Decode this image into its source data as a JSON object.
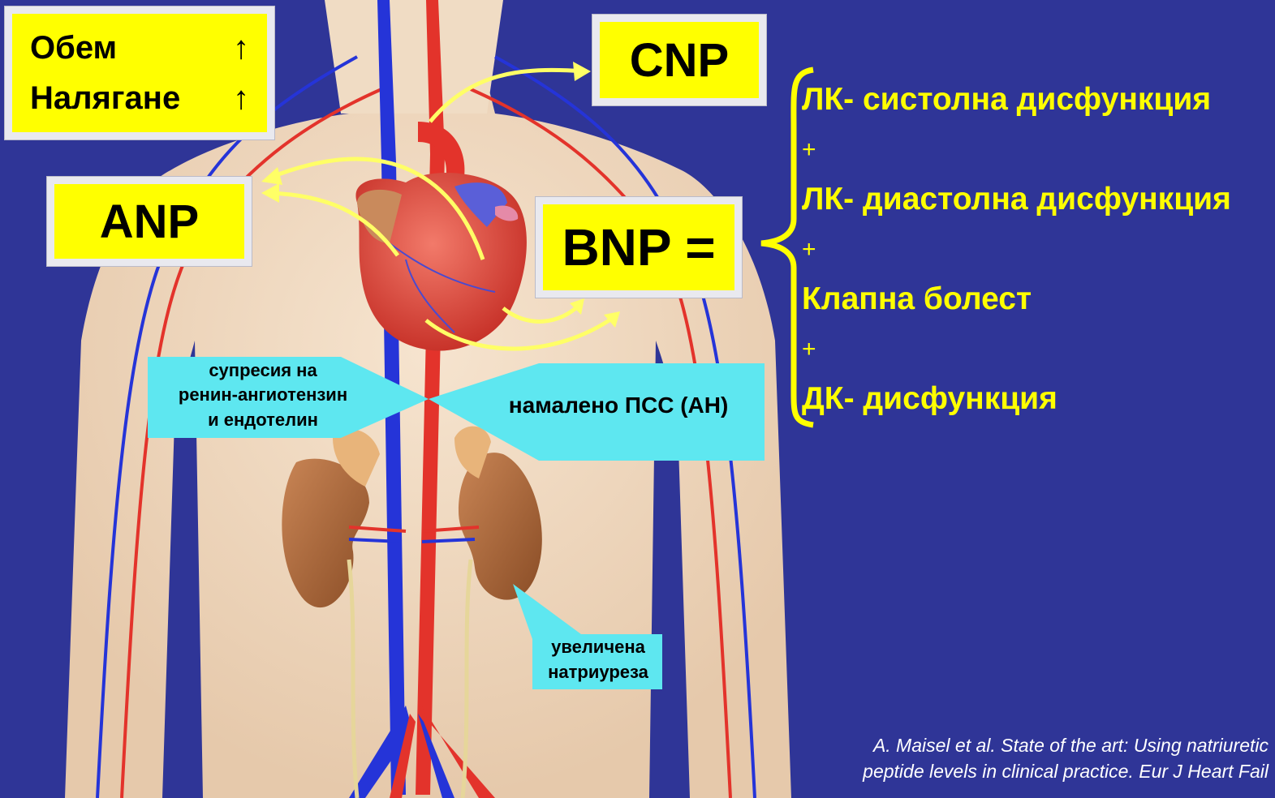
{
  "boxes": {
    "volume_line1": "Обем",
    "volume_line2": "Налягане",
    "up_arrow": "↑",
    "cnp": "CNP",
    "anp": "ANP",
    "bnp": "BNP ="
  },
  "callouts": {
    "suppression_line1": "супресия на",
    "suppression_line2": "ренин-ангиотензин",
    "suppression_line3": "и ендотелин",
    "reduced_pss": "намалено ПСС (АН)",
    "natriuresis_line1": "увеличена",
    "natriuresis_line2": "натриуреза"
  },
  "bnp_components": {
    "items": [
      "ЛК- систолна дисфункция",
      "ЛК- диастолна дисфункция",
      "Клапна болест",
      "ДК- дисфункция"
    ],
    "plus": "+"
  },
  "citation": {
    "line1": "A. Maisel et al. State of the art: Using natriuretic",
    "line2": "peptide levels in clinical practice. Eur J Heart Fail"
  },
  "colors": {
    "background": "#2f3597",
    "highlight_box": "#ffff00",
    "callout": "#5ee7f0",
    "text_yellow": "#ffff00",
    "artery": "#e3332b",
    "vein": "#2534d8"
  },
  "icons": [
    "up-arrow-icon",
    "curved-arrow-icon",
    "brace-icon",
    "heart-illustration",
    "kidney-illustration"
  ]
}
